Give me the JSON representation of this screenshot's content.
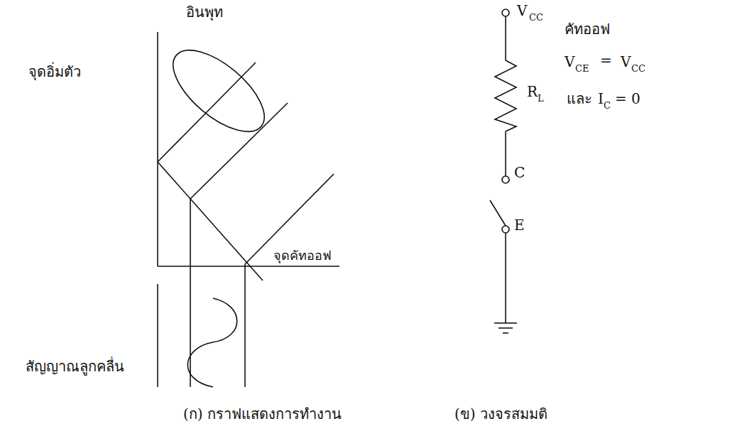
{
  "diagram": {
    "labels": [
      "อินพุท",
      "จุดอิ่มตัว",
      "จุดคัทออฟ",
      "สัญญาณลูกคลื่น",
      "(ก) กราฟแสดงการทำงาน",
      "(ข) วงจรสมมติ",
      "V",
      "CC",
      "R",
      "L",
      "C",
      "E",
      "คัทออฟ",
      "V",
      "CE",
      "=",
      "V",
      "CC",
      "และ",
      "I",
      "C",
      "= 0"
    ]
  }
}
